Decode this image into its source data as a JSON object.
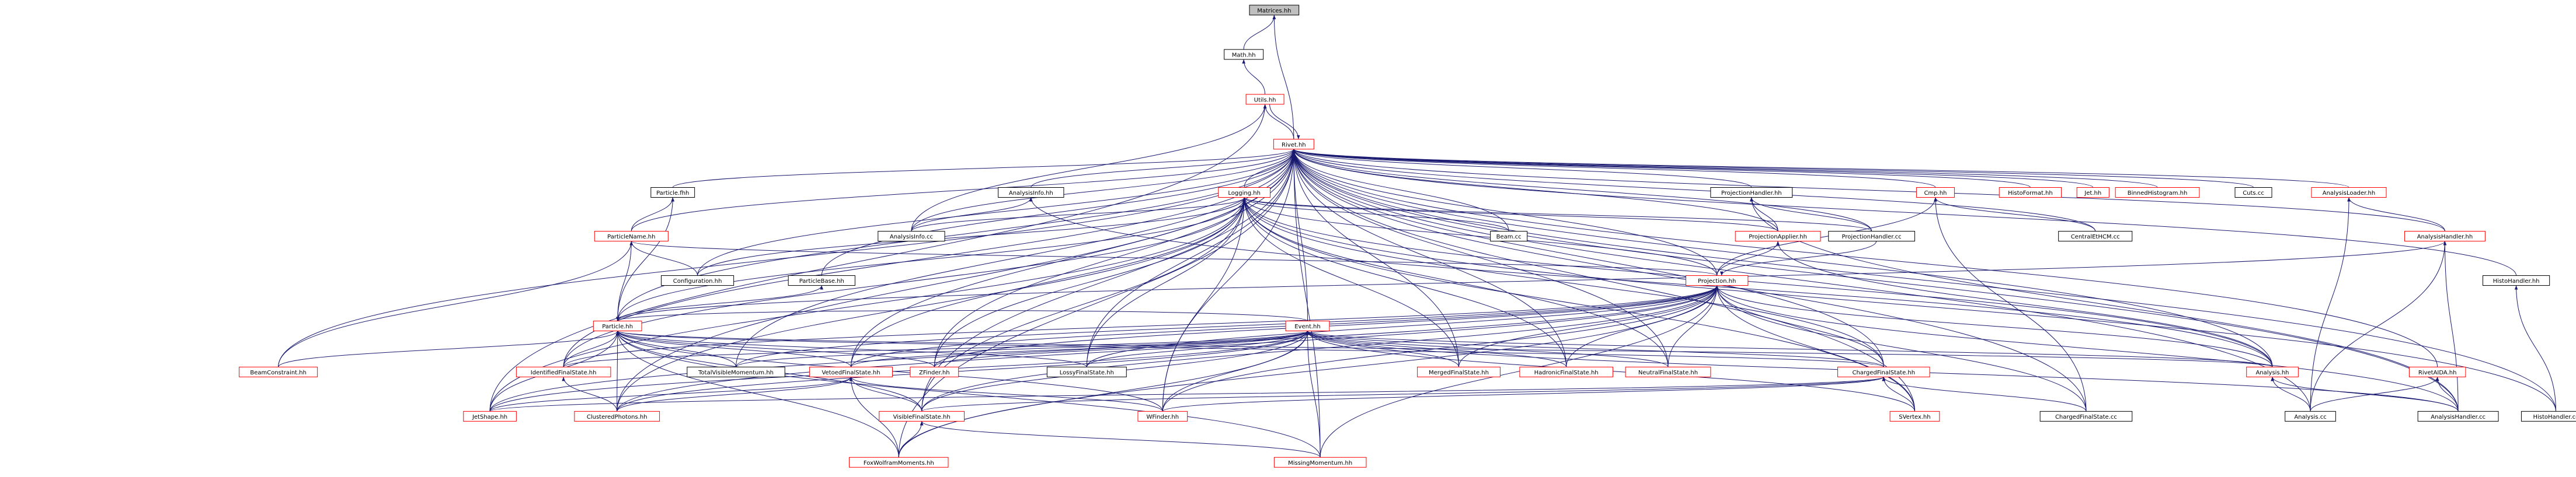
{
  "nodes": [
    {
      "id": "matrices",
      "label": "Matrices.hh",
      "style": "root"
    },
    {
      "id": "math",
      "label": "Math.hh",
      "style": "black"
    },
    {
      "id": "utils",
      "label": "Utils.hh",
      "style": "red"
    },
    {
      "id": "rivet",
      "label": "Rivet.hh",
      "style": "red"
    },
    {
      "id": "particlefhh",
      "label": "Particle.fhh",
      "style": "black"
    },
    {
      "id": "analysisinfohh",
      "label": "AnalysisInfo.hh",
      "style": "black"
    },
    {
      "id": "logging",
      "label": "Logging.hh",
      "style": "red"
    },
    {
      "id": "projectionhandlerhh",
      "label": "ProjectionHandler.hh",
      "style": "black"
    },
    {
      "id": "cmp",
      "label": "Cmp.hh",
      "style": "red"
    },
    {
      "id": "histoformat",
      "label": "HistoFormat.hh",
      "style": "red"
    },
    {
      "id": "jethh",
      "label": "Jet.hh",
      "style": "red"
    },
    {
      "id": "binnedhisto",
      "label": "BinnedHistogram.hh",
      "style": "red"
    },
    {
      "id": "cutscc",
      "label": "Cuts.cc",
      "style": "black"
    },
    {
      "id": "analysisloader",
      "label": "AnalysisLoader.hh",
      "style": "red"
    },
    {
      "id": "particlename",
      "label": "ParticleName.hh",
      "style": "red"
    },
    {
      "id": "analysisinfocc",
      "label": "AnalysisInfo.cc",
      "style": "black"
    },
    {
      "id": "beamcc",
      "label": "Beam.cc",
      "style": "black"
    },
    {
      "id": "projectionhandlercc",
      "label": "ProjectionHandler.cc",
      "style": "black"
    },
    {
      "id": "centralethcm",
      "label": "CentralEtHCM.cc",
      "style": "black"
    },
    {
      "id": "projectionapplier",
      "label": "ProjectionApplier.hh",
      "style": "red"
    },
    {
      "id": "analysishandlerhh",
      "label": "AnalysisHandler.hh",
      "style": "red"
    },
    {
      "id": "configuration",
      "label": "Configuration.hh",
      "style": "black"
    },
    {
      "id": "particlebase",
      "label": "ParticleBase.hh",
      "style": "black"
    },
    {
      "id": "projectionhh",
      "label": "Projection.hh",
      "style": "red"
    },
    {
      "id": "histohandlerhh",
      "label": "HistoHandler.hh",
      "style": "black"
    },
    {
      "id": "particlehh",
      "label": "Particle.hh",
      "style": "red"
    },
    {
      "id": "eventhh",
      "label": "Event.hh",
      "style": "red"
    },
    {
      "id": "beamconstraint",
      "label": "BeamConstraint.hh",
      "style": "red"
    },
    {
      "id": "identifiedfs",
      "label": "IdentifiedFinalState.hh",
      "style": "red"
    },
    {
      "id": "totalvisible",
      "label": "TotalVisibleMomentum.hh",
      "style": "black"
    },
    {
      "id": "vetoedfs",
      "label": "VetoedFinalState.hh",
      "style": "red"
    },
    {
      "id": "zfinder",
      "label": "ZFinder.hh",
      "style": "red"
    },
    {
      "id": "lossyfs",
      "label": "LossyFinalState.hh",
      "style": "black"
    },
    {
      "id": "mergedfs",
      "label": "MergedFinalState.hh",
      "style": "red"
    },
    {
      "id": "hadronicfs",
      "label": "HadronicFinalState.hh",
      "style": "red"
    },
    {
      "id": "neutralfs",
      "label": "NeutralFinalState.hh",
      "style": "red"
    },
    {
      "id": "chargedfshh",
      "label": "ChargedFinalState.hh",
      "style": "red"
    },
    {
      "id": "analysishh",
      "label": "Analysis.hh",
      "style": "red"
    },
    {
      "id": "rivetaida",
      "label": "RivetAIDA.hh",
      "style": "red"
    },
    {
      "id": "jetshape",
      "label": "JetShape.hh",
      "style": "red"
    },
    {
      "id": "clusteredphotons",
      "label": "ClusteredPhotons.hh",
      "style": "red"
    },
    {
      "id": "wfinder",
      "label": "WFinder.hh",
      "style": "red"
    },
    {
      "id": "visiblefs",
      "label": "VisibleFinalState.hh",
      "style": "red"
    },
    {
      "id": "svertex",
      "label": "SVertex.hh",
      "style": "red"
    },
    {
      "id": "chargedfscc",
      "label": "ChargedFinalState.cc",
      "style": "black"
    },
    {
      "id": "analysiscc",
      "label": "Analysis.cc",
      "style": "black"
    },
    {
      "id": "analysishandlercc",
      "label": "AnalysisHandler.cc",
      "style": "black"
    },
    {
      "id": "histohandlercc",
      "label": "HistoHandler.cc",
      "style": "black"
    },
    {
      "id": "foxwolfram",
      "label": "FoxWolframMoments.hh",
      "style": "red"
    },
    {
      "id": "missingmomentum",
      "label": "MissingMomentum.hh",
      "style": "red"
    }
  ],
  "edges": [
    [
      "matrices",
      "math"
    ],
    [
      "matrices",
      "rivet"
    ],
    [
      "math",
      "utils"
    ],
    [
      "utils",
      "rivet"
    ],
    [
      "rivet",
      "utils"
    ],
    [
      "utils",
      "analysisinfocc"
    ],
    [
      "utils",
      "jetshape"
    ],
    [
      "rivet",
      "particlefhh"
    ],
    [
      "rivet",
      "analysisinfohh"
    ],
    [
      "rivet",
      "logging"
    ],
    [
      "rivet",
      "projectionhandlerhh"
    ],
    [
      "rivet",
      "cmp"
    ],
    [
      "rivet",
      "histoformat"
    ],
    [
      "rivet",
      "jethh"
    ],
    [
      "rivet",
      "binnedhisto"
    ],
    [
      "rivet",
      "cutscc"
    ],
    [
      "rivet",
      "analysisloader"
    ],
    [
      "rivet",
      "particlename"
    ],
    [
      "rivet",
      "analysisinfocc"
    ],
    [
      "rivet",
      "beamcc"
    ],
    [
      "rivet",
      "projectionhandlercc"
    ],
    [
      "rivet",
      "centralethcm"
    ],
    [
      "rivet",
      "projectionapplier"
    ],
    [
      "rivet",
      "analysishandlerhh"
    ],
    [
      "rivet",
      "configuration"
    ],
    [
      "rivet",
      "particlebase"
    ],
    [
      "rivet",
      "projectionhh"
    ],
    [
      "rivet",
      "histohandlerhh"
    ],
    [
      "rivet",
      "particlehh"
    ],
    [
      "rivet",
      "eventhh"
    ],
    [
      "rivet",
      "beamconstraint"
    ],
    [
      "rivet",
      "identifiedfs"
    ],
    [
      "rivet",
      "totalvisible"
    ],
    [
      "rivet",
      "vetoedfs"
    ],
    [
      "rivet",
      "zfinder"
    ],
    [
      "rivet",
      "lossyfs"
    ],
    [
      "rivet",
      "mergedfs"
    ],
    [
      "rivet",
      "hadronicfs"
    ],
    [
      "rivet",
      "neutralfs"
    ],
    [
      "rivet",
      "chargedfshh"
    ],
    [
      "rivet",
      "analysishh"
    ],
    [
      "rivet",
      "rivetaida"
    ],
    [
      "rivet",
      "clusteredphotons"
    ],
    [
      "rivet",
      "wfinder"
    ],
    [
      "rivet",
      "visiblefs"
    ],
    [
      "rivet",
      "svertex"
    ],
    [
      "rivet",
      "chargedfscc"
    ],
    [
      "rivet",
      "analysiscc"
    ],
    [
      "rivet",
      "analysishandlercc"
    ],
    [
      "rivet",
      "histohandlercc"
    ],
    [
      "rivet",
      "foxwolfram"
    ],
    [
      "rivet",
      "missingmomentum"
    ],
    [
      "particlefhh",
      "particlename"
    ],
    [
      "particlefhh",
      "particlehh"
    ],
    [
      "analysisinfohh",
      "analysisinfocc"
    ],
    [
      "analysisinfohh",
      "analysishh"
    ],
    [
      "logging",
      "analysisinfocc"
    ],
    [
      "logging",
      "beamcc"
    ],
    [
      "logging",
      "projectionhandlercc"
    ],
    [
      "logging",
      "projectionapplier"
    ],
    [
      "logging",
      "configuration"
    ],
    [
      "logging",
      "projectionhh"
    ],
    [
      "logging",
      "particlehh"
    ],
    [
      "logging",
      "identifiedfs"
    ],
    [
      "logging",
      "vetoedfs"
    ],
    [
      "logging",
      "zfinder"
    ],
    [
      "logging",
      "lossyfs"
    ],
    [
      "logging",
      "mergedfs"
    ],
    [
      "logging",
      "hadronicfs"
    ],
    [
      "logging",
      "neutralfs"
    ],
    [
      "logging",
      "chargedfshh"
    ],
    [
      "logging",
      "analysishh"
    ],
    [
      "logging",
      "jetshape"
    ],
    [
      "logging",
      "clusteredphotons"
    ],
    [
      "logging",
      "wfinder"
    ],
    [
      "logging",
      "visiblefs"
    ],
    [
      "logging",
      "svertex"
    ],
    [
      "logging",
      "histohandlercc"
    ],
    [
      "projectionhandlerhh",
      "projectionhandlercc"
    ],
    [
      "projectionhandlerhh",
      "projectionapplier"
    ],
    [
      "projectionhandlerhh",
      "analysishandlercc"
    ],
    [
      "cmp",
      "projectionhh"
    ],
    [
      "cmp",
      "chargedfscc"
    ],
    [
      "cmp",
      "centralethcm"
    ],
    [
      "analysisloader",
      "analysishandlerhh"
    ],
    [
      "analysisloader",
      "analysiscc"
    ],
    [
      "particlename",
      "particlehh"
    ],
    [
      "particlename",
      "configuration"
    ],
    [
      "particlename",
      "beamconstraint"
    ],
    [
      "particlename",
      "projectionhh"
    ],
    [
      "projectionapplier",
      "projectionhh"
    ],
    [
      "projectionapplier",
      "analysishh"
    ],
    [
      "analysishandlerhh",
      "analysishandlercc"
    ],
    [
      "analysishandlerhh",
      "analysiscc"
    ],
    [
      "analysishandlerhh",
      "particlehh"
    ],
    [
      "particlebase",
      "particlehh"
    ],
    [
      "histohandlerhh",
      "histohandlercc"
    ],
    [
      "projectionhh",
      "identifiedfs"
    ],
    [
      "projectionhh",
      "totalvisible"
    ],
    [
      "projectionhh",
      "vetoedfs"
    ],
    [
      "projectionhh",
      "zfinder"
    ],
    [
      "projectionhh",
      "lossyfs"
    ],
    [
      "projectionhh",
      "mergedfs"
    ],
    [
      "projectionhh",
      "hadronicfs"
    ],
    [
      "projectionhh",
      "neutralfs"
    ],
    [
      "projectionhh",
      "chargedfshh"
    ],
    [
      "projectionhh",
      "analysishh"
    ],
    [
      "projectionhh",
      "jetshape"
    ],
    [
      "projectionhh",
      "clusteredphotons"
    ],
    [
      "projectionhh",
      "wfinder"
    ],
    [
      "projectionhh",
      "visiblefs"
    ],
    [
      "projectionhh",
      "svertex"
    ],
    [
      "projectionhh",
      "foxwolfram"
    ],
    [
      "projectionhh",
      "missingmomentum"
    ],
    [
      "projectionhh",
      "chargedfscc"
    ],
    [
      "projectionhh",
      "projectionhandlercc"
    ],
    [
      "projectionhh",
      "analysishandlercc"
    ],
    [
      "particlehh",
      "eventhh"
    ],
    [
      "particlehh",
      "beamconstraint"
    ],
    [
      "particlehh",
      "identifiedfs"
    ],
    [
      "particlehh",
      "totalvisible"
    ],
    [
      "particlehh",
      "vetoedfs"
    ],
    [
      "particlehh",
      "zfinder"
    ],
    [
      "particlehh",
      "lossyfs"
    ],
    [
      "particlehh",
      "chargedfshh"
    ],
    [
      "particlehh",
      "analysishh"
    ],
    [
      "particlehh",
      "jetshape"
    ],
    [
      "particlehh",
      "clusteredphotons"
    ],
    [
      "particlehh",
      "wfinder"
    ],
    [
      "particlehh",
      "visiblefs"
    ],
    [
      "particlehh",
      "foxwolfram"
    ],
    [
      "particlehh",
      "missingmomentum"
    ],
    [
      "eventhh",
      "identifiedfs"
    ],
    [
      "eventhh",
      "totalvisible"
    ],
    [
      "eventhh",
      "vetoedfs"
    ],
    [
      "eventhh",
      "zfinder"
    ],
    [
      "eventhh",
      "lossyfs"
    ],
    [
      "eventhh",
      "mergedfs"
    ],
    [
      "eventhh",
      "hadronicfs"
    ],
    [
      "eventhh",
      "neutralfs"
    ],
    [
      "eventhh",
      "chargedfshh"
    ],
    [
      "eventhh",
      "analysishh"
    ],
    [
      "eventhh",
      "jetshape"
    ],
    [
      "eventhh",
      "clusteredphotons"
    ],
    [
      "eventhh",
      "wfinder"
    ],
    [
      "eventhh",
      "visiblefs"
    ],
    [
      "eventhh",
      "svertex"
    ],
    [
      "eventhh",
      "foxwolfram"
    ],
    [
      "eventhh",
      "missingmomentum"
    ],
    [
      "eventhh",
      "analysishandlercc"
    ],
    [
      "identifiedfs",
      "clusteredphotons"
    ],
    [
      "vetoedfs",
      "jetshape"
    ],
    [
      "vetoedfs",
      "clusteredphotons"
    ],
    [
      "vetoedfs",
      "wfinder"
    ],
    [
      "vetoedfs",
      "visiblefs"
    ],
    [
      "vetoedfs",
      "foxwolfram"
    ],
    [
      "chargedfshh",
      "chargedfscc"
    ],
    [
      "chargedfshh",
      "jetshape"
    ],
    [
      "chargedfshh",
      "svertex"
    ],
    [
      "chargedfshh",
      "wfinder"
    ],
    [
      "chargedfshh",
      "visiblefs"
    ],
    [
      "analysishh",
      "analysiscc"
    ],
    [
      "analysishh",
      "analysishandlercc"
    ],
    [
      "rivetaida",
      "analysiscc"
    ],
    [
      "rivetaida",
      "analysishandlercc"
    ],
    [
      "visiblefs",
      "foxwolfram"
    ],
    [
      "visiblefs",
      "missingmomentum"
    ]
  ]
}
